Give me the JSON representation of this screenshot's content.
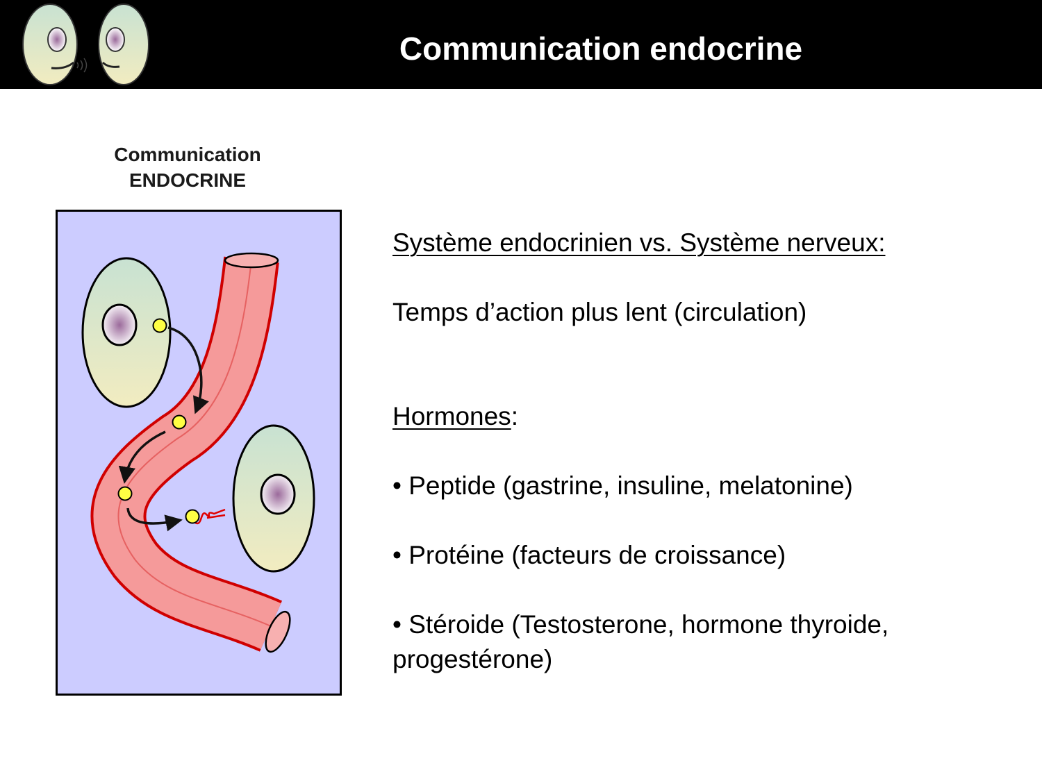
{
  "header": {
    "title": "Communication endocrine",
    "background": "#000000",
    "logo_icon": "two-cells-talking-icon"
  },
  "diagram": {
    "caption_line1": "Communication",
    "caption_line2": "ENDOCRINE",
    "background": "#ccccff",
    "vessel_color": "#f59a9a",
    "vessel_outline": "#d00000",
    "hormone_color": "#ffff44",
    "cell_colors": [
      "#c8e2d2",
      "#f2ecc0"
    ],
    "receptor_color": "#e00000"
  },
  "content": {
    "heading": "Système endocrinien vs. Système nerveux:",
    "line1": "Temps d’action plus lent (circulation)",
    "hormones_label": "Hormones",
    "hormones_colon": ":",
    "bullets": [
      "• Peptide (gastrine,  insuline, melatonine)",
      "• Protéine (facteurs de croissance)",
      "• Stéroide (Testosterone, hormone thyroide, progestérone)"
    ]
  }
}
